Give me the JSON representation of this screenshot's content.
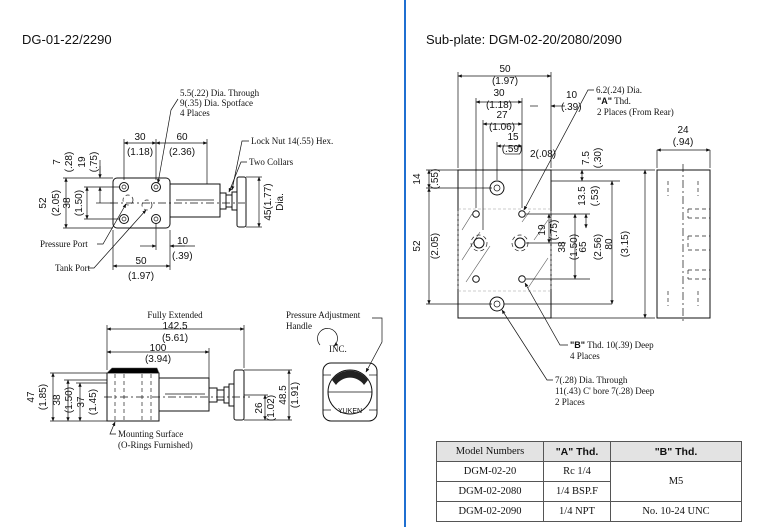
{
  "left": {
    "title": "DG-01-22/2290",
    "top": {
      "callout_spotface": [
        "5.5(.22) Dia. Through",
        "9(.35) Dia. Spotface",
        "4 Places"
      ],
      "lock_nut": "Lock Nut 14(.55) Hex.",
      "two_collars": "Two Collars",
      "pressure_port": "Pressure Port",
      "tank_port": "Tank Port",
      "dim_30": "30",
      "dim_30_in": "(1.18)",
      "dim_60": "60",
      "dim_60_in": "(2.36)",
      "dim_7": "7",
      "dim_7_in": "(.28)",
      "dim_19": "19",
      "dim_19_in": "(.75)",
      "dim_52": "52",
      "dim_52_in": "(2.05)",
      "dim_38": "38",
      "dim_38_in": "(1.50)",
      "dim_45": "45(1.77)",
      "dim_45_dia": "Dia.",
      "dim_10": "10",
      "dim_10_in": "(.39)",
      "dim_50": "50",
      "dim_50_in": "(1.97)"
    },
    "side": {
      "fully_extended": "Fully Extended",
      "dim_142": "142.5",
      "dim_142_in": "(5.61)",
      "dim_100": "100",
      "dim_100_in": "(3.94)",
      "dim_47": "47",
      "dim_47_in": "(1.85)",
      "dim_38": "38",
      "dim_38_in": "(1.50)",
      "dim_37": "37",
      "dim_37_in": "(1.45)",
      "dim_26": "26",
      "dim_26_in": "(1.02)",
      "dim_48": "48.5",
      "dim_48_in": "(1.91)",
      "mounting": [
        "Mounting Surface",
        "(O-Rings Furnished)"
      ],
      "pressure_adj": [
        "Pressure Adjustment",
        "Handle"
      ],
      "inc": "INC.",
      "brand": "YUKEN"
    }
  },
  "right": {
    "title": "Sub-plate: DGM-02-20/2080/2090",
    "dims": {
      "d50": "50",
      "d50_in": "(1.97)",
      "d30": "30",
      "d30_in": "(1.18)",
      "d27": "27",
      "d27_in": "(1.06)",
      "d15": "15",
      "d15_in": "(.59)",
      "d2": "2(.08)",
      "d10": "10",
      "d10_in": "(.39)",
      "d14": "14",
      "d14_in": "(.55)",
      "d52": "52",
      "d52_in": "(2.05)",
      "d7_5": "7.5",
      "d7_5_in": "(.30)",
      "d13_5": "13.5",
      "d13_5_in": "(.53)",
      "d19": "19",
      "d19_in": "(.75)",
      "d38": "38",
      "d38_in": "(1.50)",
      "d65": "65",
      "d65_in": "(2.56)",
      "d80": "80",
      "d80_in": "(3.15)",
      "d24": "24",
      "d24_in": "(.94)"
    },
    "callout_a": {
      "line1": "6.2(.24) Dia.",
      "bold": "\"A\"",
      "line2_rest": " Thd.",
      "line3": "2 Places (From Rear)"
    },
    "callout_b": {
      "bold": "\"B\"",
      "line1_rest": " Thd. 10(.39) Deep",
      "line2": "4 Places"
    },
    "callout_c": [
      "7(.28) Dia. Through",
      "11(.43) C' bore 7(.28) Deep",
      "2 Places"
    ],
    "table": {
      "headers": [
        "Model Numbers",
        "\"A\" Thd.",
        "\"B\" Thd."
      ],
      "rows": [
        [
          "DGM-02-20",
          "Rc 1/4"
        ],
        [
          "DGM-02-2080",
          "1/4 BSP.F"
        ],
        [
          "DGM-02-2090",
          "1/4 NPT",
          "No. 10-24 UNC"
        ]
      ],
      "b_merged": "M5"
    }
  },
  "colors": {
    "divider": "#1f6fd1",
    "line": "#111111",
    "header_bg": "#e3e3e3"
  }
}
